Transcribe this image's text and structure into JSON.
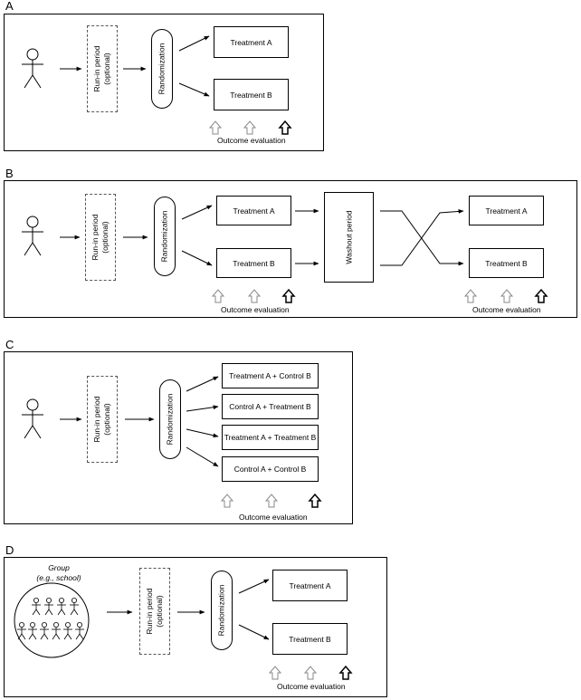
{
  "panels": {
    "A": {
      "letter": "A",
      "runin": "Run-in period\n(optional)",
      "randomization": "Randomization",
      "treatments": [
        "Treatment A",
        "Treatment B"
      ],
      "outcome": "Outcome evaluation"
    },
    "B": {
      "letter": "B",
      "runin": "Run-in period\n(optional)",
      "randomization": "Randomization",
      "treatments": [
        "Treatment A",
        "Treatment B"
      ],
      "washout": "Washout period",
      "crossover_treatments": [
        "Treatment A",
        "Treatment B"
      ],
      "outcome": "Outcome evaluation",
      "outcome2": "Outcome evaluation"
    },
    "C": {
      "letter": "C",
      "runin": "Run-in period\n(optional)",
      "randomization": "Randomization",
      "treatments": [
        "Treatment A + Control B",
        "Control A + Treatment B",
        "Treatment A + Treatment B",
        "Control A + Control B"
      ],
      "outcome": "Outcome evaluation"
    },
    "D": {
      "letter": "D",
      "group": "Group\n(e.g., school)",
      "runin": "Run-in period\n(optional)",
      "randomization": "Randomization",
      "treatments": [
        "Treatment A",
        "Treatment B"
      ],
      "outcome": "Outcome evaluation"
    }
  },
  "icons": [
    "person-icon",
    "right-arrow-icon",
    "outcome-up-arrow-icon",
    "outcome-up-arrow-bold-icon"
  ]
}
